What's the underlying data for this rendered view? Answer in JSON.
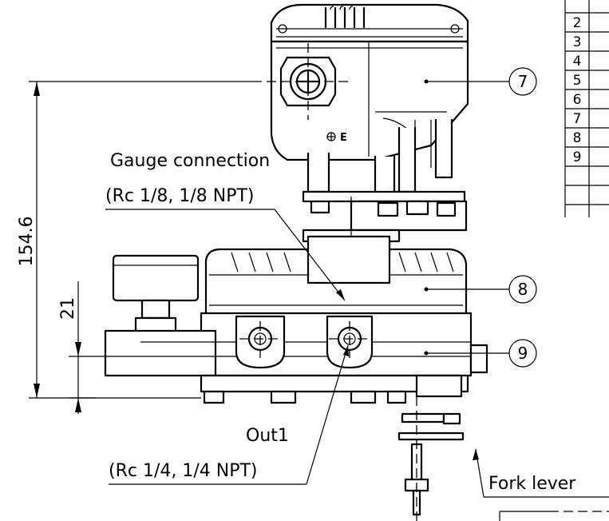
{
  "table": {
    "rows": [
      "2",
      "3",
      "4",
      "5",
      "6",
      "7",
      "8",
      "9"
    ]
  },
  "balloons": {
    "b7": "7",
    "b8": "8",
    "b9": "9"
  },
  "dimensions": {
    "height": "154.6",
    "offset": "21"
  },
  "labels": {
    "gauge_line1": "Gauge connection",
    "gauge_line2": "(Rc 1/8, 1/8 NPT)",
    "out_line1": "Out1",
    "out_line2": "(Rc 1/4, 1/4 NPT)",
    "fork": "Fork lever"
  },
  "marks": {
    "e_mark": "E"
  }
}
